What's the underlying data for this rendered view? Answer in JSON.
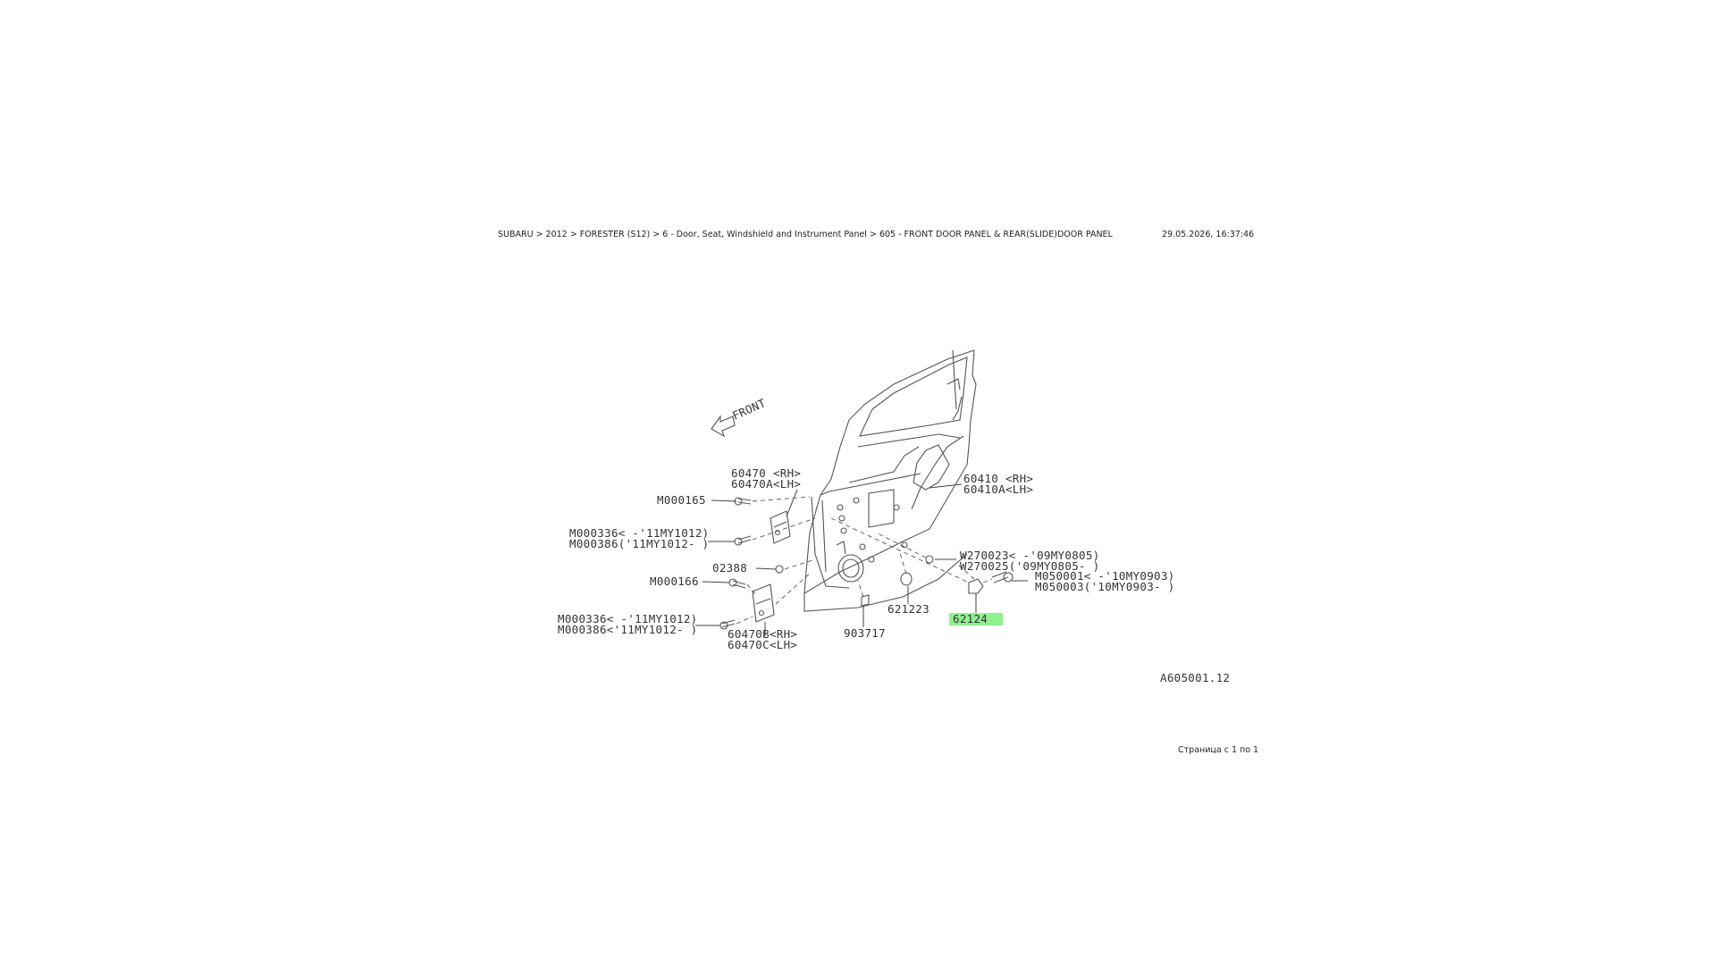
{
  "header": {
    "breadcrumb": "SUBARU > 2012 > FORESTER (S12) > 6 - Door, Seat, Windshield and Instrument Panel > 605 - FRONT DOOR PANEL & REAR(SLIDE)DOOR PANEL",
    "timestamp": "29.05.2026, 16:37:46"
  },
  "diagram": {
    "front_label": "FRONT",
    "drawing_id": "A605001.12",
    "highlight_color": "#8ef08e",
    "callouts": {
      "p60470_rh": "60470 <RH>",
      "p60470a_lh": "60470A<LH>",
      "m000165": "M000165",
      "m000336_a": "M000336< -'11MY1012)",
      "m000386_a": "M000386('11MY1012- )",
      "p02388": "02388",
      "m000166": "M000166",
      "m000336_b": "M000336< -'11MY1012)",
      "m000386_b": "M000386<'11MY1012- )",
      "p60470b_rh": "60470B<RH>",
      "p60470c_lh": "60470C<LH>",
      "p903717": "903717",
      "p621223": "621223",
      "p62124": "62124",
      "p60410_rh": "60410 <RH>",
      "p60410a_lh": "60410A<LH>",
      "w270023": "W270023< -'09MY0805)",
      "w270025": "W270025('09MY0805- )",
      "m050001": "M050001< -'10MY0903)",
      "m050003": "M050003('10MY0903- )"
    }
  },
  "footer": {
    "page_counter": "Страница с 1 по 1"
  }
}
